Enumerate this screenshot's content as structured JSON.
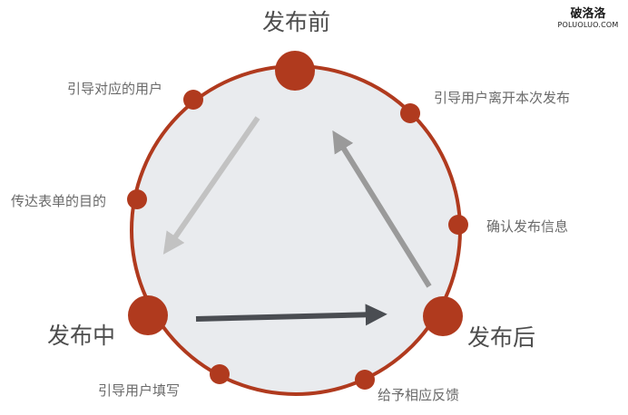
{
  "watermark": {
    "name": "破洛洛",
    "url": "POLUOLUO.COM"
  },
  "phases": {
    "before": "发布前",
    "during": "发布中",
    "after": "发布后"
  },
  "steps": {
    "guide_user": "引导对应的用户",
    "guide_leave": "引导用户离开本次发布",
    "convey_purpose": "传达表单的目的",
    "confirm_info": "确认发布信息",
    "guide_fill": "引导用户填写",
    "give_feedback": "给予相应反馈"
  },
  "colors": {
    "ring": "#b03a1e",
    "fill": "#e9ebee",
    "node": "#b03a1e",
    "arrow_light": "#c2c2c2",
    "arrow_mid": "#9a9a9a",
    "arrow_dark": "#4a4d52"
  }
}
